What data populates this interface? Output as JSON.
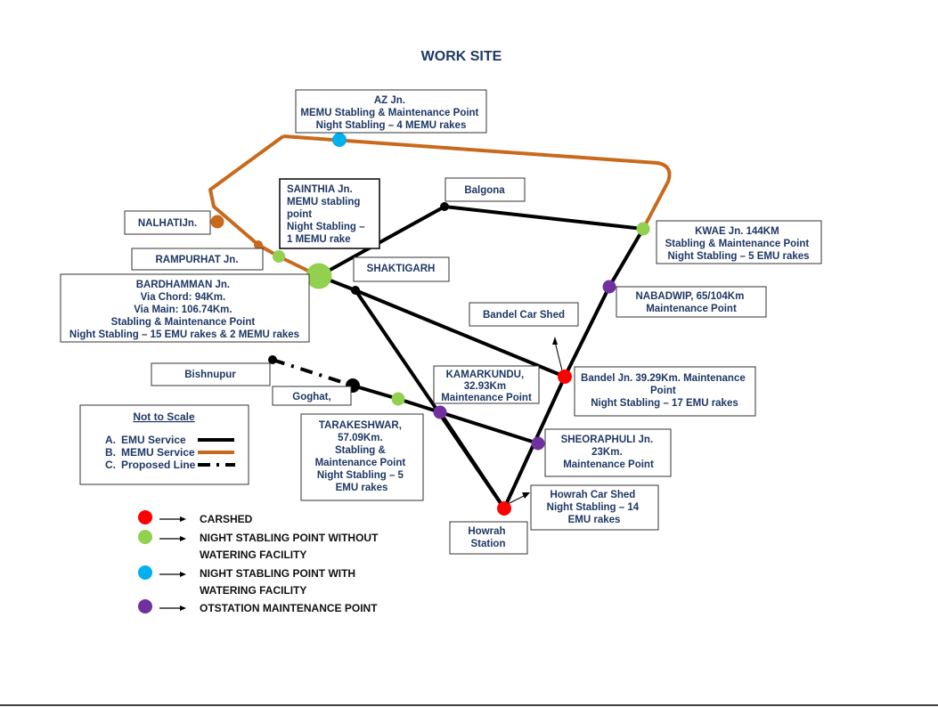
{
  "title": "WORK SITE",
  "colors": {
    "emu_line": "#000000",
    "memu_line": "#c8691c",
    "carshed": "#ff0000",
    "night_stabling_no_water": "#92d050",
    "night_stabling_water": "#00b0f0",
    "maintenance_point": "#7030a0",
    "junction": "#000000",
    "text": "#1f3864"
  },
  "stations": {
    "az": [
      "AZ Jn.",
      "MEMU Stabling & Maintenance Point",
      "Night Stabling – 4 MEMU rakes"
    ],
    "sainthia": [
      "SAINTHIA Jn.",
      "MEMU stabling",
      "point",
      "Night Stabling –",
      "1 MEMU rake"
    ],
    "balgona": [
      "Balgona"
    ],
    "nalhati": [
      "NALHATIJn."
    ],
    "kwae": [
      "KWAE Jn. 144KM",
      "Stabling & Maintenance Point",
      "Night Stabling – 5 EMU rakes"
    ],
    "rampurhat": [
      "RAMPURHAT Jn."
    ],
    "shaktigarh": [
      "SHAKTIGARH"
    ],
    "bardhamman": [
      "BARDHAMMAN Jn.",
      "Via Chord: 94Km.",
      "Via Main: 106.74Km.",
      "Stabling & Maintenance Point",
      "Night Stabling – 15 EMU rakes & 2 MEMU rakes"
    ],
    "nabadwip": [
      "NABADWIP,  65/104Km",
      "Maintenance Point"
    ],
    "bandel_car_shed": [
      "Bandel Car Shed"
    ],
    "bishnupur": [
      "Bishnupur"
    ],
    "kamarkundu": [
      "KAMARKUNDU,",
      "32.93Km",
      "Maintenance Point"
    ],
    "bandel": [
      "Bandel Jn. 39.29Km. Maintenance",
      "Point",
      "Night Stabling – 17 EMU rakes"
    ],
    "goghat": [
      "Goghat,"
    ],
    "tarakeshwar": [
      "TARAKESHWAR,",
      "57.09Km.",
      "Stabling &",
      "Maintenance Point",
      "Night Stabling – 5",
      "EMU rakes"
    ],
    "sheoraphuli": [
      "SHEORAPHULI Jn.",
      "23Km.",
      "Maintenance Point"
    ],
    "howrah_car_shed": [
      "Howrah Car Shed",
      "Night Stabling – 14",
      "EMU rakes"
    ],
    "howrah": [
      "Howrah",
      "Station"
    ]
  },
  "legend": {
    "title": "Not to Scale",
    "items": [
      {
        "key": "A.",
        "label": "EMU Service",
        "style": "emu"
      },
      {
        "key": "B.",
        "label": "MEMU Service",
        "style": "memu"
      },
      {
        "key": "C.",
        "label": "Proposed Line",
        "style": "proposed"
      }
    ]
  },
  "key": [
    {
      "lines": [
        "CARSHED"
      ],
      "color": "carshed"
    },
    {
      "lines": [
        "NIGHT STABLING POINT WITHOUT",
        "WATERING FACILITY"
      ],
      "color": "night_stabling_no_water"
    },
    {
      "lines": [
        "NIGHT STABLING POINT WITH",
        "WATERING FACILITY"
      ],
      "color": "night_stabling_water"
    },
    {
      "lines": [
        "OTSTATION  MAINTENANCE POINT"
      ],
      "color": "maintenance_point"
    }
  ]
}
